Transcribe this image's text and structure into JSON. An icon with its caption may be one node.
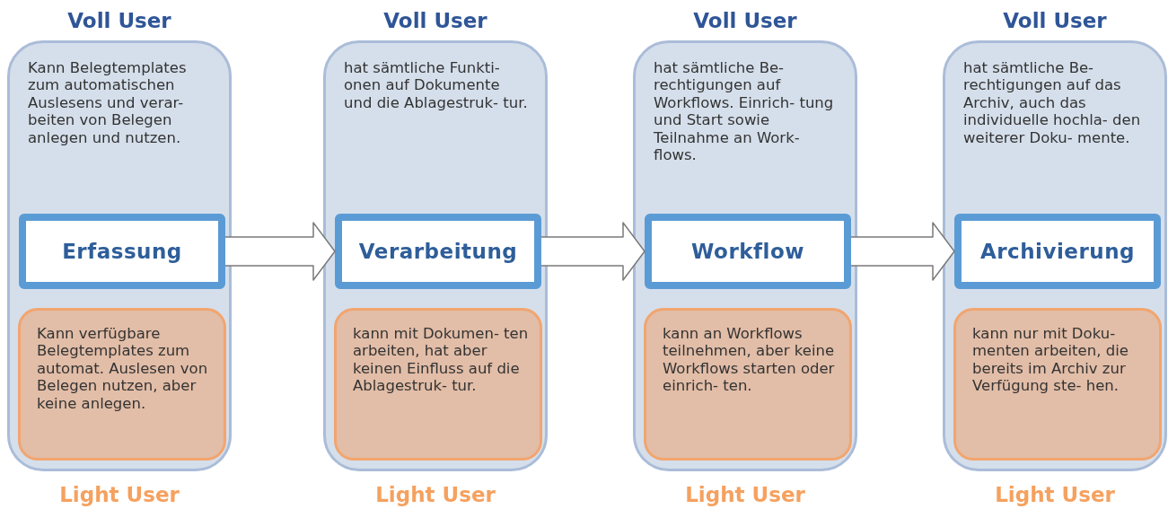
{
  "diagram": {
    "nodes": [
      {
        "text": [
          "Voll User",
          "Kann Belegtemplates zum automatischen Auslesens und verar- beiten von Belegen anlegen und nutzen."
        ],
        "beside": [
          "Light User"
        ]
      },
      {
        "text": [
          "Erfassung"
        ],
        "in": 0
      },
      {
        "text": [
          "Kann verfügbare Belegtemplates zum automat. Auslesen von Belegen nutzen, aber keine anlegen."
        ],
        "in": 0
      },
      {
        "text": [
          "Voll User",
          "hat sämtliche Funkti- onen auf Dokumente und die Ablagestruk- tur."
        ],
        "beside": [
          "Light User"
        ]
      },
      {
        "text": [
          "Verarbeitung"
        ],
        "in": 3
      },
      {
        "text": [
          "kann mit Dokumen- ten arbeiten, hat aber keinen Einfluss auf die Ablagestruk- tur."
        ],
        "in": 3
      },
      {
        "text": [
          "Voll User",
          "hat sämtliche Be- rechtigungen auf Workflows. Einrich- tung und Start sowie Teilnahme an Work- flows."
        ],
        "beside": [
          "Light User"
        ]
      },
      {
        "text": [
          "Workflow"
        ],
        "in": 6
      },
      {
        "text": [
          "kann an Workflows teilnehmen, aber keine Workflows starten oder einrich- ten."
        ],
        "in": 6
      },
      {
        "text": [
          "Voll User",
          "hat sämtliche Be- rechtigungen auf das Archiv, auch das individuelle hochla- den weiterer Doku- mente."
        ],
        "beside": [
          "Light User"
        ]
      },
      {
        "text": [
          "Archivierung"
        ],
        "in": 9
      },
      {
        "text": [
          "kann nur mit Doku- menten arbeiten, die bereits im Archiv zur Verfügung ste- hen."
        ],
        "in": 9
      }
    ],
    "edges": [
      {
        "from": 1,
        "to": 4,
        "arrow": "to"
      },
      {
        "from": 4,
        "to": 7,
        "arrow": "to"
      },
      {
        "from": 7,
        "to": 10,
        "arrow": "to"
      }
    ]
  }
}
